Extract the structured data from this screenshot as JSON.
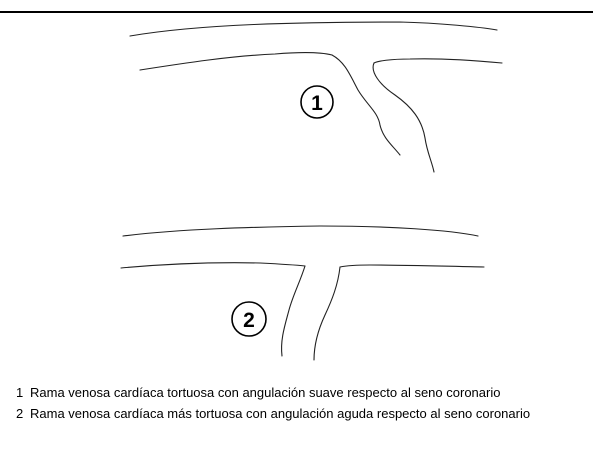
{
  "figure": {
    "markers": [
      {
        "number": "1"
      },
      {
        "number": "2"
      }
    ],
    "legend": [
      {
        "number": "1",
        "text": "Rama venosa cardíaca tortuosa con angulación suave respecto al seno coronario"
      },
      {
        "number": "2",
        "text": "Rama venosa cardíaca más tortuosa con angulación aguda respecto al seno coronario"
      }
    ]
  }
}
